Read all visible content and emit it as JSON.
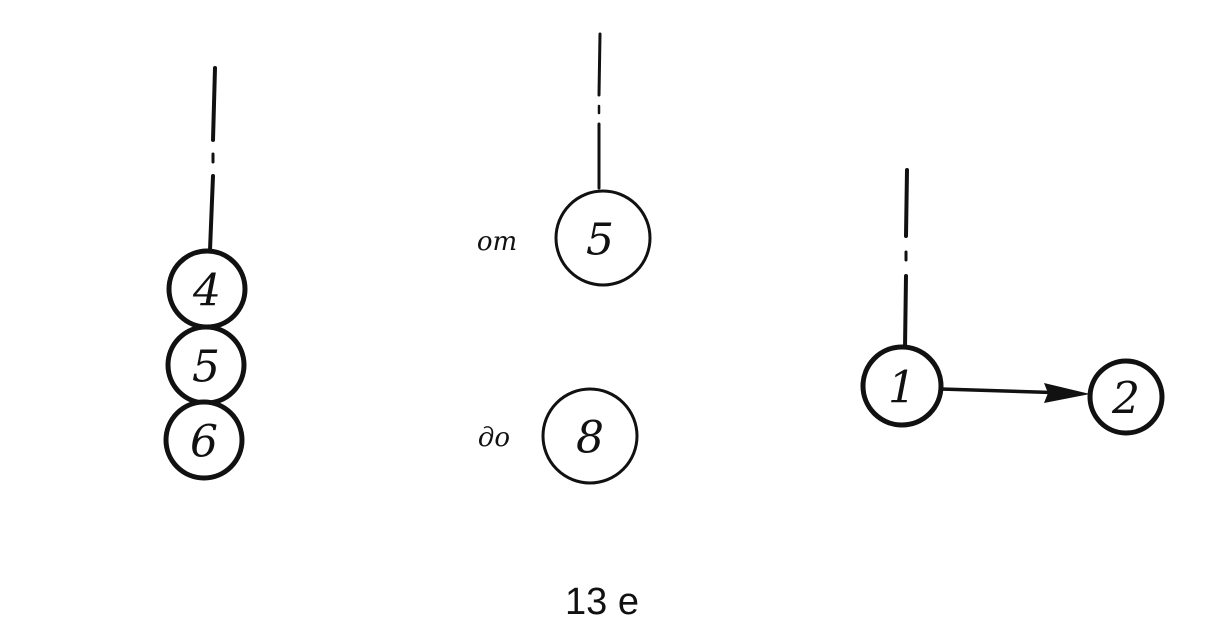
{
  "diagram": {
    "group_a": {
      "nodes": [
        "4",
        "5",
        "6"
      ]
    },
    "group_b": {
      "from_label": "от",
      "from_node": "5",
      "to_label": "до",
      "to_node": "8"
    },
    "group_c": {
      "start_node": "1",
      "end_node": "2"
    },
    "caption": "13 е"
  }
}
